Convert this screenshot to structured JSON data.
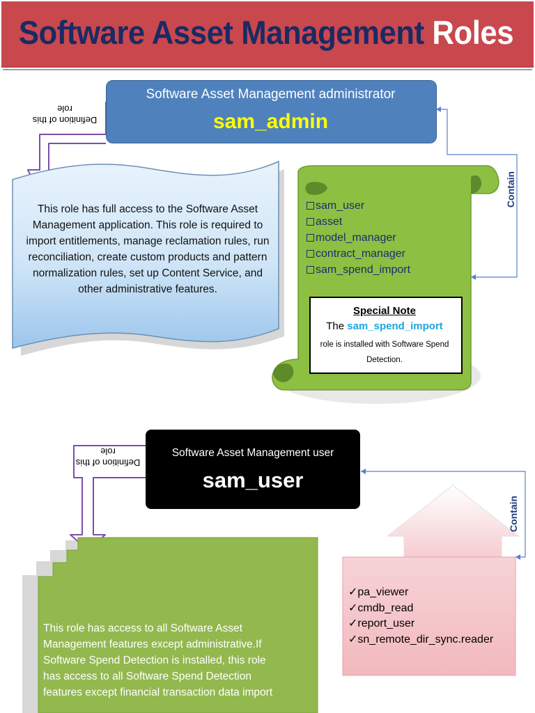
{
  "header": {
    "title_main": "Software Asset Management",
    "title_accent": "Roles"
  },
  "colors": {
    "header_bg": "#c8484e",
    "title_main": "#1b2a63",
    "admin_box": "#4f81bd",
    "admin_role_text": "#ffff00",
    "scroll_blue": "#c6e0f5",
    "scroll_green": "#8dc042",
    "user_box": "#000000",
    "user_panel_green": "#93b84e",
    "pink_panel": "#f4c3c7",
    "connector": "#5b7fd0",
    "arrow_outline": "#7a4ea8"
  },
  "admin_role": {
    "full_name": "Software Asset Management administrator",
    "role": "sam_admin",
    "definition_label": "Definition of this role",
    "description": "This role has full access to the Software Asset Management application. This role is required to import entitlements, manage reclamation rules, run reconciliation, create custom products and pattern normalization rules, set up Content Service, and other administrative features.",
    "contain_label": "Contain",
    "contained_roles": [
      "sam_user",
      "asset",
      "model_manager",
      "contract_manager",
      "sam_spend_import"
    ],
    "special_note": {
      "title": "Special Note",
      "prefix": "The",
      "role": "sam_spend_import",
      "suffix": "role is installed with Software Spend Detection."
    }
  },
  "user_role": {
    "full_name": "Software Asset Management user",
    "role": "sam_user",
    "definition_label": "Definition of this role",
    "description": "This role has access to all Software Asset Management features except administrative.If Software Spend Detection is installed, this role has access to all Software Spend Detection features except financial transaction data import",
    "contain_label": "Contain",
    "contained_roles": [
      "pa_viewer",
      "cmdb_read",
      "report_user",
      "sn_remote_dir_sync.reader"
    ]
  }
}
